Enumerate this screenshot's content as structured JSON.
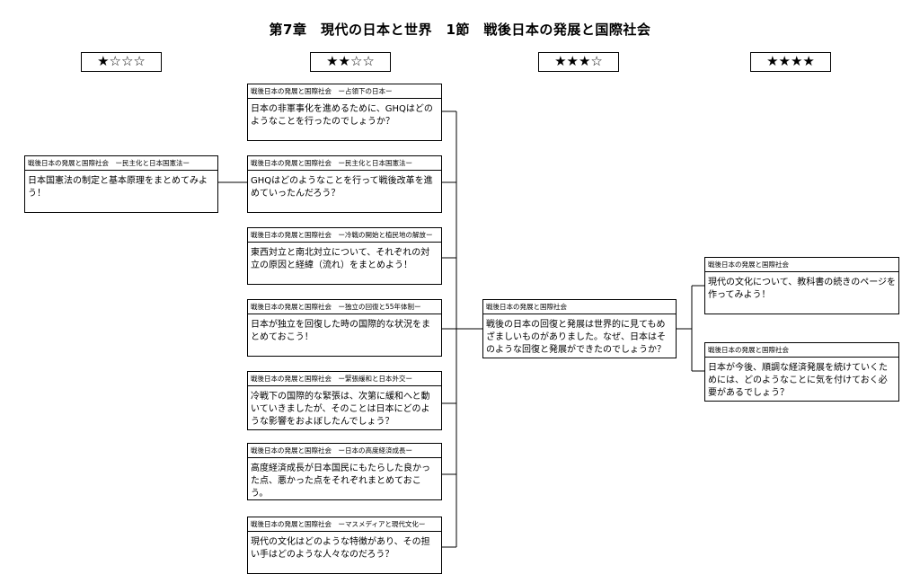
{
  "title": "第7章　現代の日本と世界　1節　戦後日本の発展と国際社会",
  "levels": [
    "★☆☆☆",
    "★★☆☆",
    "★★★☆",
    "★★★★"
  ],
  "cards": {
    "l1_1": {
      "header": "戦後日本の発展と国際社会　ー民主化と日本国憲法ー",
      "body": "日本国憲法の制定と基本原理をまとめてみよう！"
    },
    "l2_1": {
      "header": "戦後日本の発展と国際社会　ー占領下の日本ー",
      "body": "日本の非軍事化を進めるために、GHQはどのようなことを行ったのでしょうか？"
    },
    "l2_2": {
      "header": "戦後日本の発展と国際社会　ー民主化と日本国憲法ー",
      "body": "GHQはどのようなことを行って戦後改革を進めていったんだろう？"
    },
    "l2_3": {
      "header": "戦後日本の発展と国際社会　ー冷戦の開始と植民地の解放ー",
      "body": "東西対立と南北対立について、それぞれの対立の原因と経緯（流れ）をまとめよう！"
    },
    "l2_4": {
      "header": "戦後日本の発展と国際社会　ー独立の回復と55年体制ー",
      "body": "日本が独立を回復した時の国際的な状況をまとめておこう！"
    },
    "l2_5": {
      "header": "戦後日本の発展と国際社会　ー緊張緩和と日本外交ー",
      "body": "冷戦下の国際的な緊張は、次第に緩和へと動いていきましたが、そのことは日本にどのような影響をおよぼしたんでしょう？"
    },
    "l2_6": {
      "header": "戦後日本の発展と国際社会　ー日本の高度経済成長ー",
      "body": "高度経済成長が日本国民にもたらした良かった点、悪かった点をそれぞれまとめておこう。"
    },
    "l2_7": {
      "header": "戦後日本の発展と国際社会　ーマスメディアと現代文化ー",
      "body": "現代の文化はどのような特徴があり、その担い手はどのような人々なのだろう？"
    },
    "l3_1": {
      "header": "戦後日本の発展と国際社会",
      "body": "戦後の日本の回復と発展は世界的に見てもめざましいものがありました。なぜ、日本はそのような回復と発展ができたのでしょうか？"
    },
    "l4_1": {
      "header": "戦後日本の発展と国際社会",
      "body": "現代の文化について、教科書の続きのページを作ってみよう！"
    },
    "l4_2": {
      "header": "戦後日本の発展と国際社会",
      "body": "日本が今後、順調な経済発展を続けていくためには、どのようなことに気を付けておく必要があるでしょう？"
    }
  }
}
